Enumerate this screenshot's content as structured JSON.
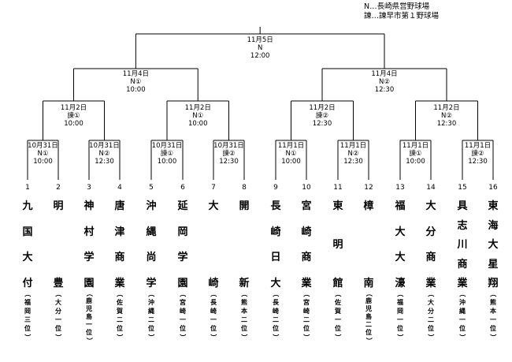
{
  "legend": [
    "N…長崎県営野球場",
    "諫…諫早市第１野球場"
  ],
  "matches": [
    {
      "id": "r1-1",
      "date": "10月31日",
      "venue": "N①",
      "time": "10:00"
    },
    {
      "id": "r1-2",
      "date": "10月31日",
      "venue": "N②",
      "time": "12:30"
    },
    {
      "id": "r1-3",
      "date": "10月31日",
      "venue": "諫①",
      "time": "10:00"
    },
    {
      "id": "r1-4",
      "date": "10月31日",
      "venue": "諫②",
      "time": "12:30"
    },
    {
      "id": "r1-5",
      "date": "11月1日",
      "venue": "N①",
      "time": "10:00"
    },
    {
      "id": "r1-6",
      "date": "11月1日",
      "venue": "N②",
      "time": "12:30"
    },
    {
      "id": "r1-7",
      "date": "11月1日",
      "venue": "諫①",
      "time": "10:00"
    },
    {
      "id": "r1-8",
      "date": "11月1日",
      "venue": "諫②",
      "time": "12:30"
    },
    {
      "id": "qf-1",
      "date": "11月2日",
      "venue": "諫①",
      "time": "10:00"
    },
    {
      "id": "qf-2",
      "date": "11月2日",
      "venue": "N①",
      "time": "10:00"
    },
    {
      "id": "qf-3",
      "date": "11月2日",
      "venue": "諫②",
      "time": "12:30"
    },
    {
      "id": "qf-4",
      "date": "11月2日",
      "venue": "N②",
      "time": "12:30"
    },
    {
      "id": "sf-1",
      "date": "11月4日",
      "venue": "N①",
      "time": "10:00"
    },
    {
      "id": "sf-2",
      "date": "11月4日",
      "venue": "N②",
      "time": "12:30"
    },
    {
      "id": "final",
      "date": "11月5日",
      "venue": "N",
      "time": "12:00"
    }
  ],
  "teams": [
    {
      "seed": "1",
      "name": "九国大付",
      "pref": "福岡三位"
    },
    {
      "seed": "2",
      "name": "明豊",
      "pref": "大分一位"
    },
    {
      "seed": "3",
      "name": "神村学園",
      "pref": "鹿児島一位"
    },
    {
      "seed": "4",
      "name": "唐津商業",
      "pref": "佐賀二位"
    },
    {
      "seed": "5",
      "name": "沖縄尚学",
      "pref": "沖縄二位"
    },
    {
      "seed": "6",
      "name": "延岡学園",
      "pref": "宮崎一位"
    },
    {
      "seed": "7",
      "name": "大崎",
      "pref": "長崎一位"
    },
    {
      "seed": "8",
      "name": "開新",
      "pref": "熊本二位"
    },
    {
      "seed": "9",
      "name": "長崎日大",
      "pref": "長崎二位"
    },
    {
      "seed": "10",
      "name": "宮崎商業",
      "pref": "宮崎二位"
    },
    {
      "seed": "11",
      "name": "東明館",
      "pref": "佐賀一位"
    },
    {
      "seed": "12",
      "name": "樟南",
      "pref": "鹿児島二位"
    },
    {
      "seed": "13",
      "name": "福大大濠",
      "pref": "福岡一位"
    },
    {
      "seed": "14",
      "name": "大分商業",
      "pref": "大分二位"
    },
    {
      "seed": "15",
      "name": "具志川商業",
      "pref": "沖縄一位"
    },
    {
      "seed": "16",
      "name": "東海大星翔",
      "pref": "熊本一位"
    }
  ],
  "line_color": "#000000"
}
